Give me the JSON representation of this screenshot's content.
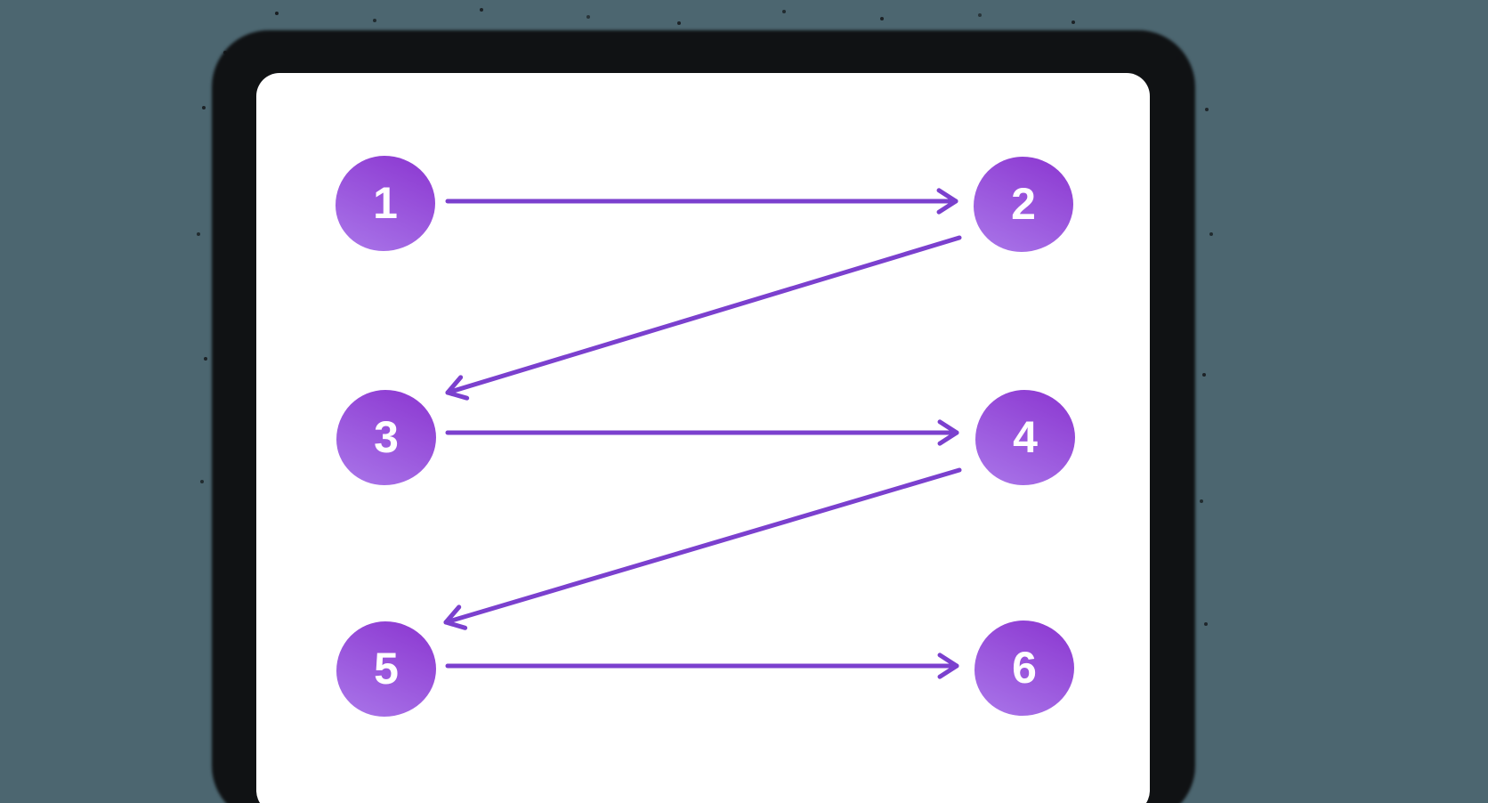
{
  "canvas": {
    "background": "#4C6670",
    "shadow_color": "#101214",
    "card_color": "#FFFFFF"
  },
  "diagram": {
    "type": "numbered-flow",
    "accent": "#7B40CE",
    "node_gradient": {
      "from": "#8D3BD2",
      "to": "#A873E8"
    },
    "nodes": [
      {
        "id": 1,
        "label": "1"
      },
      {
        "id": 2,
        "label": "2"
      },
      {
        "id": 3,
        "label": "3"
      },
      {
        "id": 4,
        "label": "4"
      },
      {
        "id": 5,
        "label": "5"
      },
      {
        "id": 6,
        "label": "6"
      }
    ],
    "edges": [
      {
        "from": 1,
        "to": 2
      },
      {
        "from": 2,
        "to": 3
      },
      {
        "from": 3,
        "to": 4
      },
      {
        "from": 4,
        "to": 5
      },
      {
        "from": 5,
        "to": 6
      }
    ]
  }
}
